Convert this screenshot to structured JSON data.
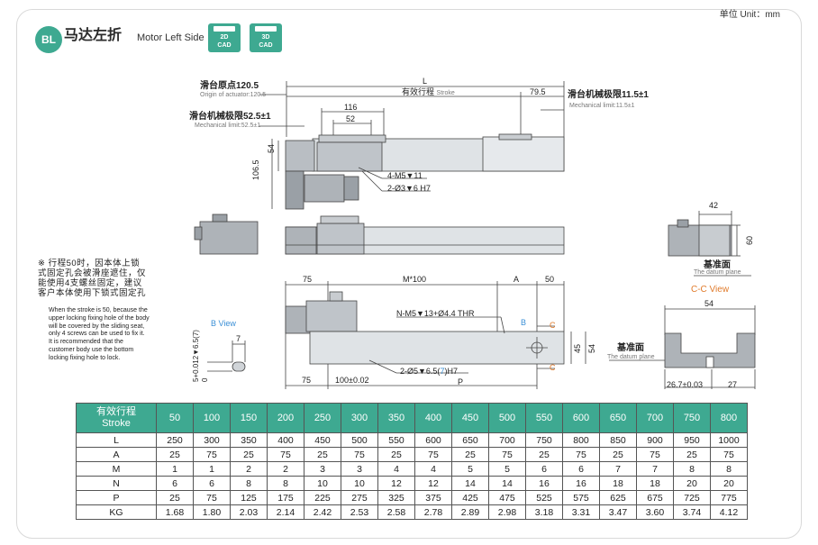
{
  "header": {
    "unit": "单位 Unit：mm",
    "badge": "BL",
    "title_cn": "马达左折",
    "title_en": "Motor Left Side",
    "cad_2d": [
      "2D",
      "CAD"
    ],
    "cad_3d": [
      "3D",
      "CAD"
    ]
  },
  "top_view": {
    "L": "L",
    "origin_cn": "滑台原点120.5",
    "origin_en": "Origin of actuator:120.5",
    "stroke_cn": "有效行程",
    "stroke_en": "Stroke",
    "d795": "79.5",
    "mech_right_cn": "滑台机械极限11.5±1",
    "mech_right_en": "Mechanical limit:11.5±1",
    "d116": "116",
    "d52": "52",
    "mech_left_cn": "滑台机械极限52.5±1",
    "mech_left_en": "Mechanical limit:52.5±1",
    "d54": "54",
    "d1065": "106.5",
    "hole1": "4-M5▼11",
    "hole2": "2-Ø3▼6 H7"
  },
  "end_view": {
    "d42": "42",
    "d60": "60",
    "datum_cn": "基准面",
    "datum_en": "The datum plane"
  },
  "bottom_view": {
    "d75a": "75",
    "m100": "M*100",
    "A": "A",
    "d50": "50",
    "nhole": "N-M5▼13+Ø4.4 THR",
    "B": "B",
    "C": "C",
    "d45": "45",
    "d54": "54",
    "phole_pre": "2-Ø5▼6.5(",
    "phole_red": "7",
    "phole_post": ")H7",
    "d75b": "75",
    "d100": "100±0.02",
    "P": "P"
  },
  "b_view": {
    "title": "B View",
    "d7": "7",
    "tol": "5+0.012▼6.5(7)",
    "zero": "0"
  },
  "cc_view": {
    "title": "C-C View",
    "d54": "54",
    "datum_cn": "基准面",
    "datum_en": "The datum plane",
    "d267": "26.7±0.03",
    "d27": "27"
  },
  "note": {
    "cn": "※ 行程50时，因本体上锁式固定孔会被滑座遮住，仅能使用4支螺丝固定，建议客户本体使用下锁式固定孔",
    "en": "When the stroke is 50, because the upper locking fixing hole of the body will be covered by the sliding seat, only 4 screws can be used to fix it. It is recommended that the customer body use the bottom locking fixing hole to lock."
  },
  "table": {
    "header_cn": "有效行程",
    "header_en": "Stroke",
    "strokes": [
      "50",
      "100",
      "150",
      "200",
      "250",
      "300",
      "350",
      "400",
      "450",
      "500",
      "550",
      "600",
      "650",
      "700",
      "750",
      "800"
    ],
    "rows": [
      {
        "label": "L",
        "values": [
          "250",
          "300",
          "350",
          "400",
          "450",
          "500",
          "550",
          "600",
          "650",
          "700",
          "750",
          "800",
          "850",
          "900",
          "950",
          "1000"
        ]
      },
      {
        "label": "A",
        "values": [
          "25",
          "75",
          "25",
          "75",
          "25",
          "75",
          "25",
          "75",
          "25",
          "75",
          "25",
          "75",
          "25",
          "75",
          "25",
          "75"
        ]
      },
      {
        "label": "M",
        "values": [
          "1",
          "1",
          "2",
          "2",
          "3",
          "3",
          "4",
          "4",
          "5",
          "5",
          "6",
          "6",
          "7",
          "7",
          "8",
          "8"
        ]
      },
      {
        "label": "N",
        "values": [
          "6",
          "6",
          "8",
          "8",
          "10",
          "10",
          "12",
          "12",
          "14",
          "14",
          "16",
          "16",
          "18",
          "18",
          "20",
          "20"
        ]
      },
      {
        "label": "P",
        "values": [
          "25",
          "75",
          "125",
          "175",
          "225",
          "275",
          "325",
          "375",
          "425",
          "475",
          "525",
          "575",
          "625",
          "675",
          "725",
          "775"
        ]
      },
      {
        "label": "KG",
        "values": [
          "1.68",
          "1.80",
          "2.03",
          "2.14",
          "2.42",
          "2.53",
          "2.58",
          "2.78",
          "2.89",
          "2.98",
          "3.18",
          "3.31",
          "3.47",
          "3.60",
          "3.74",
          "4.12"
        ]
      }
    ]
  },
  "colors": {
    "accent": "#3ea991",
    "blue": "#3a8fd6",
    "orange": "#e07a2a"
  }
}
